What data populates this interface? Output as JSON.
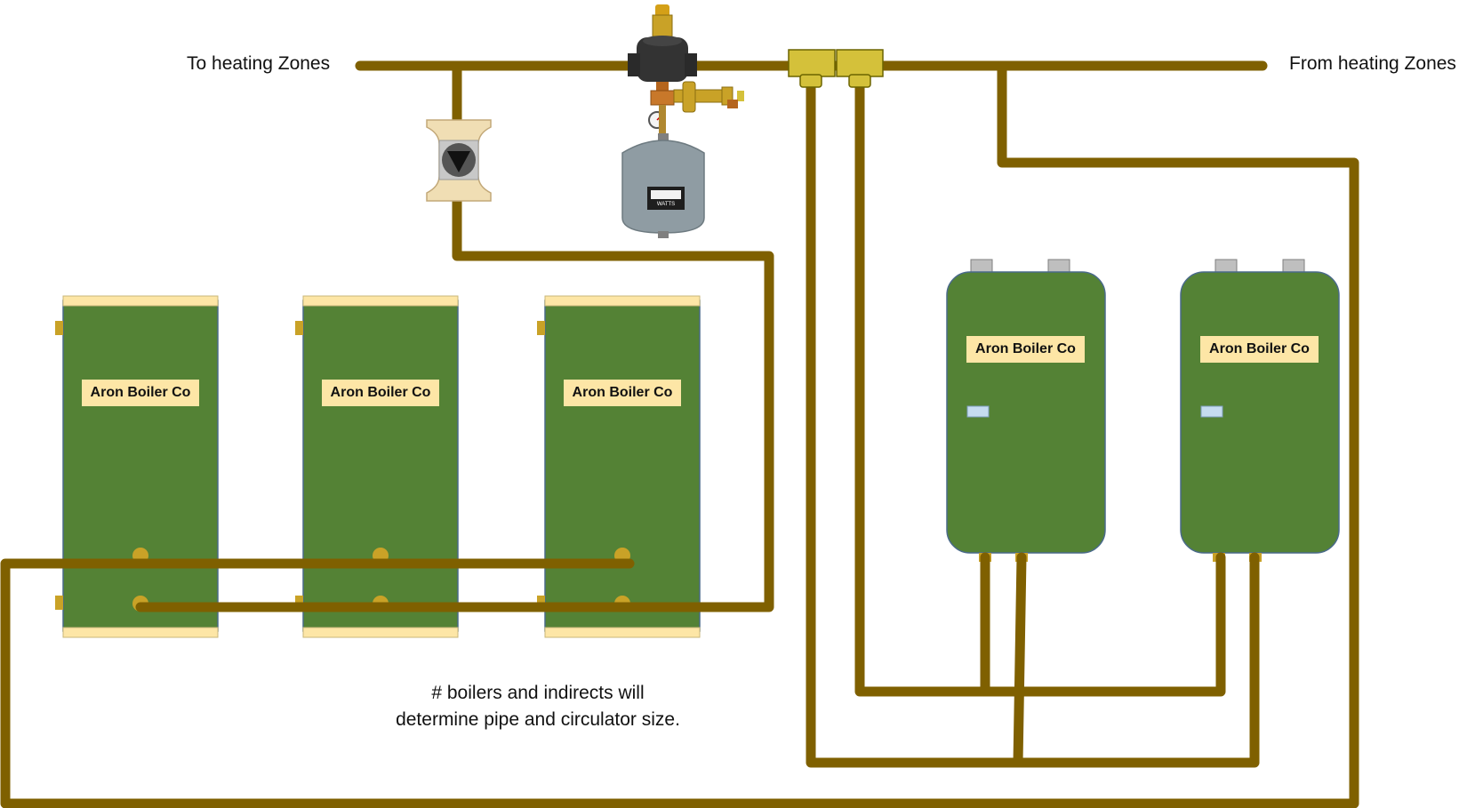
{
  "labels": {
    "to_zones": "To heating Zones",
    "from_zones": "From heating Zones",
    "note_line1": "# boilers and indirects will",
    "note_line2": "determine pipe and circulator size."
  },
  "tanks": [
    {
      "label": "Aron Boiler Co"
    },
    {
      "label": "Aron Boiler Co"
    },
    {
      "label": "Aron Boiler Co"
    }
  ],
  "boilers": [
    {
      "label": "Aron Boiler Co"
    },
    {
      "label": "Aron Boiler Co"
    }
  ],
  "expansion_tank": {
    "brand": "WATTS"
  },
  "colors": {
    "pipe": "#7f6000",
    "unit_green": "#548235",
    "label_bg": "#fde6a6",
    "fitting": "#d4c13a",
    "expansion_tank": "#8f9ca3"
  }
}
